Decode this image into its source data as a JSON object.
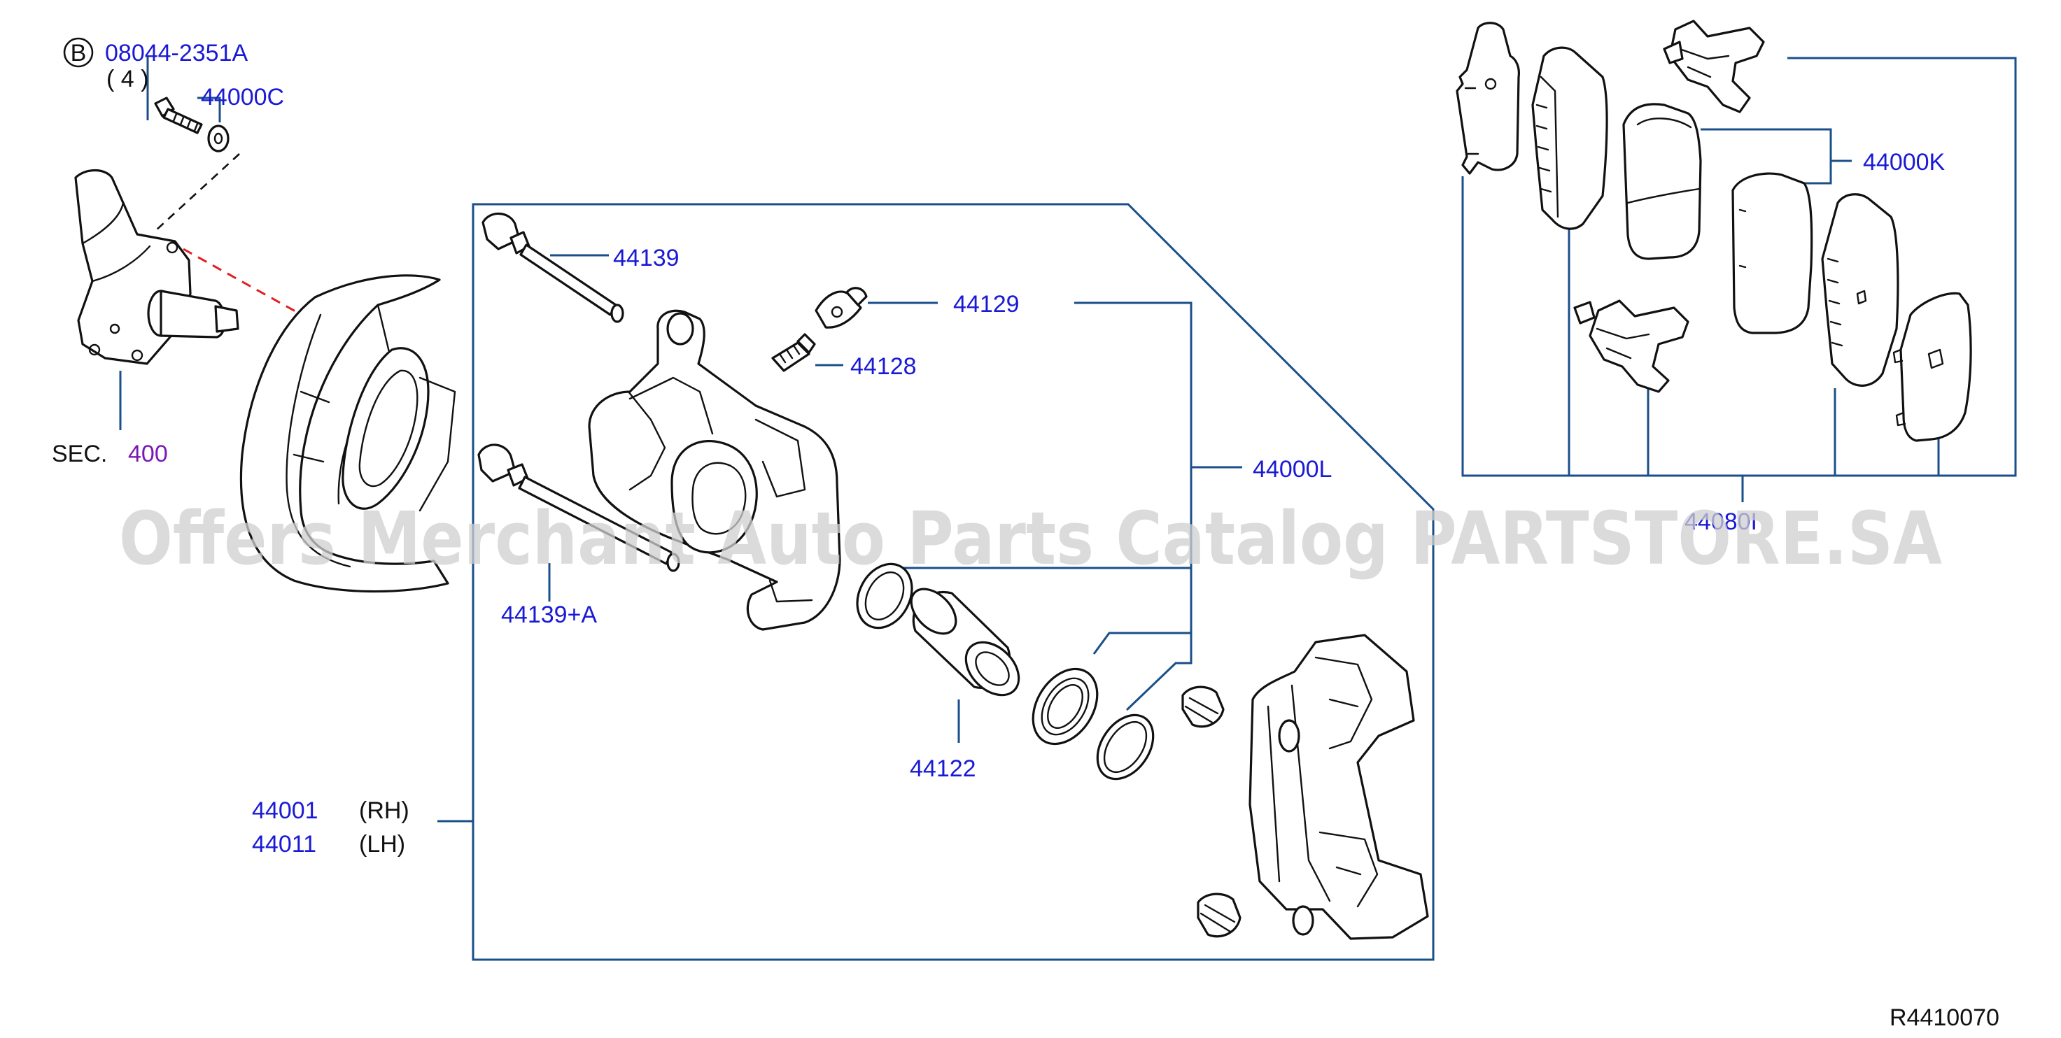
{
  "labels": {
    "bolt_circle_letter": "B",
    "bolt_part": "08044-2351A",
    "bolt_qty": "( 4 )",
    "washer_part": "44000C",
    "sec_prefix": "SEC.",
    "sec_number": "400",
    "pin_bolt_upper": "44139",
    "pin_bolt_lower": "44139+A",
    "bleeder_cap": "44129",
    "bleeder_screw": "44128",
    "seal_kit": "44000L",
    "piston": "44122",
    "caliper_rh_part": "44001",
    "caliper_rh_side": "(RH)",
    "caliper_lh_part": "44011",
    "caliper_lh_side": "(LH)",
    "shim_kit": "44000K",
    "pad_kit": "44080I",
    "diagram_code": "R4410070"
  },
  "watermark": "Offers Merchant Auto Parts Catalog PARTSTORE.SA",
  "colors": {
    "label_blue": "#1a1ad6",
    "leader_line": "#1a4f8a",
    "sec_number": "#7a1ab4",
    "dashed_guide_red": "#e02020",
    "line_art": "#111111",
    "watermark": "#cfcfcf"
  }
}
